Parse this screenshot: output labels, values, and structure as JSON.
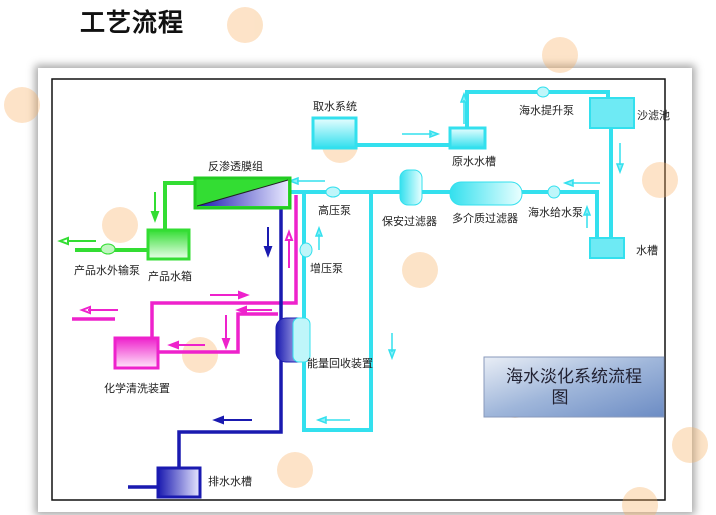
{
  "page_title": "工艺流程",
  "diagram": {
    "title_line1": "海水淡化系统流程",
    "title_line2": "图",
    "labels": {
      "intake": "取水系统",
      "raw_tank": "原水水槽",
      "lift_pump": "海水提升泵",
      "sand_filter": "沙滤池",
      "water_tank": "水槽",
      "feed_pump": "海水给水泵",
      "multimedia_filter": "多介质过滤器",
      "security_filter": "保安过滤器",
      "high_pressure_pump": "高压泵",
      "booster_pump": "增压泵",
      "ro_membrane": "反渗透膜组",
      "product_tank": "产品水箱",
      "product_pump": "产品水外输泵",
      "chemical_cleaning": "化学清洗装置",
      "energy_recovery": "能量回收装置",
      "drain_tank": "排水水槽"
    },
    "colors": {
      "seawater": "#33e0ee",
      "product": "#33dd33",
      "cleaning": "#ee22cc",
      "drain": "#1a1ab0"
    }
  }
}
